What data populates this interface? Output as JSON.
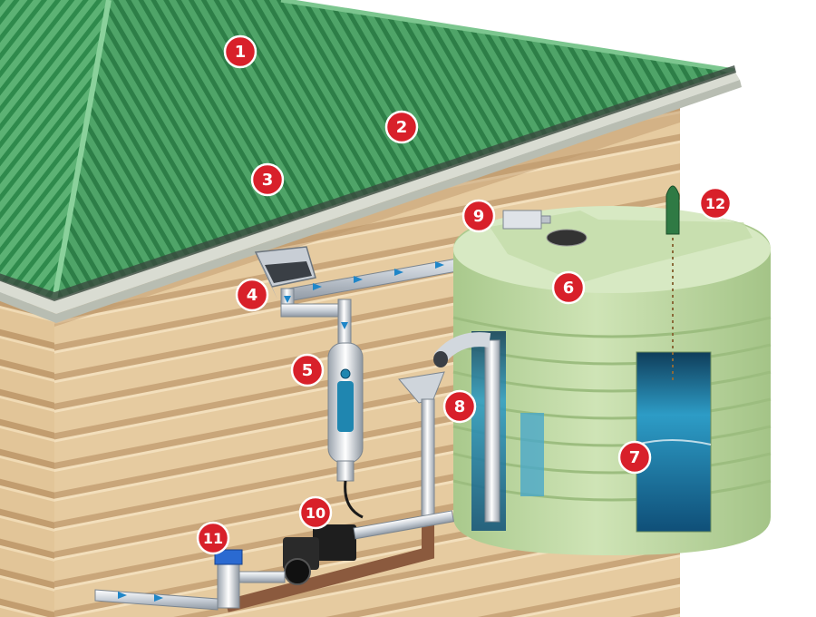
{
  "diagram": {
    "markers": [
      {
        "id": "1",
        "label": "1"
      },
      {
        "id": "2",
        "label": "2"
      },
      {
        "id": "3",
        "label": "3"
      },
      {
        "id": "4",
        "label": "4"
      },
      {
        "id": "5",
        "label": "5"
      },
      {
        "id": "6",
        "label": "6"
      },
      {
        "id": "7",
        "label": "7"
      },
      {
        "id": "8",
        "label": "8"
      },
      {
        "id": "9",
        "label": "9"
      },
      {
        "id": "10",
        "label": "10"
      },
      {
        "id": "11",
        "label": "11"
      },
      {
        "id": "12",
        "label": "12"
      }
    ],
    "colors": {
      "marker": "#d8202a",
      "roof": "#4ea86a",
      "wall": "#e4c89e",
      "tank": "#c3dca7",
      "water": "#1f86b0",
      "pipe": "#dfe4ea",
      "flow_arrow": "#1f86c8",
      "overflow_pipe": "#8b5a3e"
    }
  }
}
